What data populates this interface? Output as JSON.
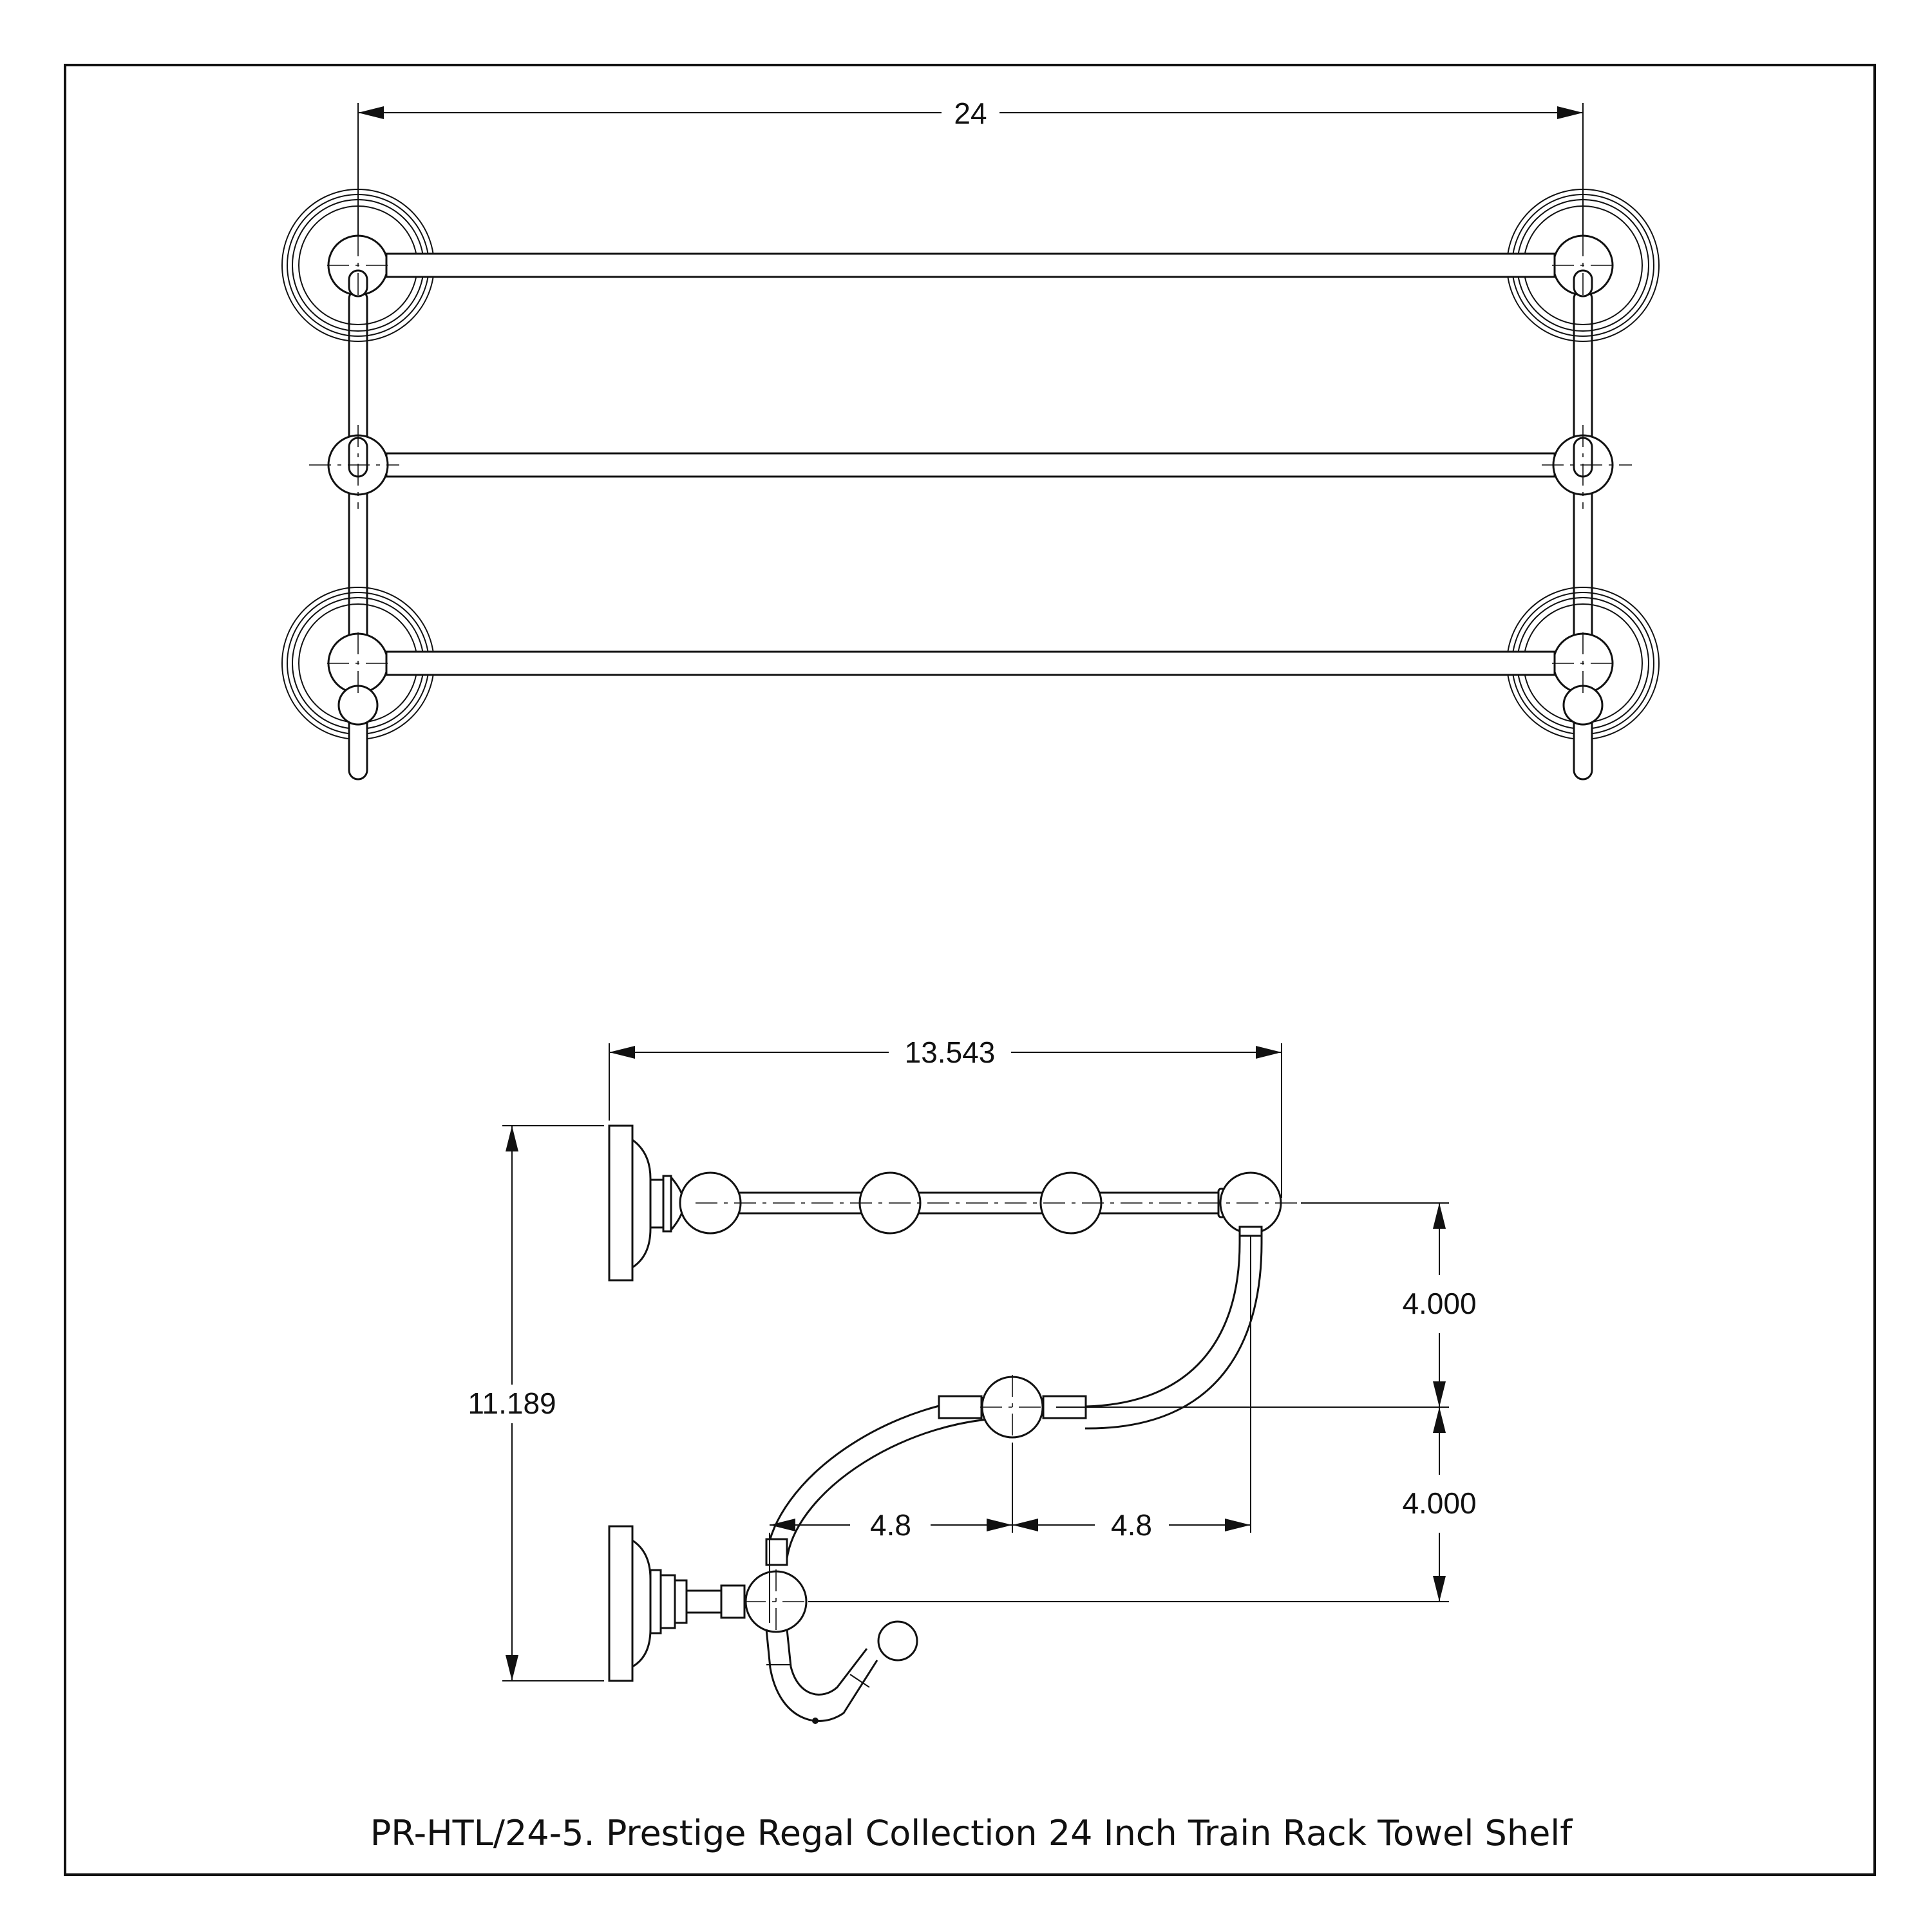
{
  "caption": "PR-HTL/24-5. Prestige Regal Collection 24 Inch Train Rack Towel Shelf",
  "dimensions": {
    "front_width": "24",
    "side_depth": "13.543",
    "side_height": "11.189",
    "rise_upper": "4.000",
    "rise_lower": "4.000",
    "offset_left": "4.8",
    "offset_right": "4.8"
  },
  "colors": {
    "line": "#111111",
    "background": "#ffffff"
  }
}
